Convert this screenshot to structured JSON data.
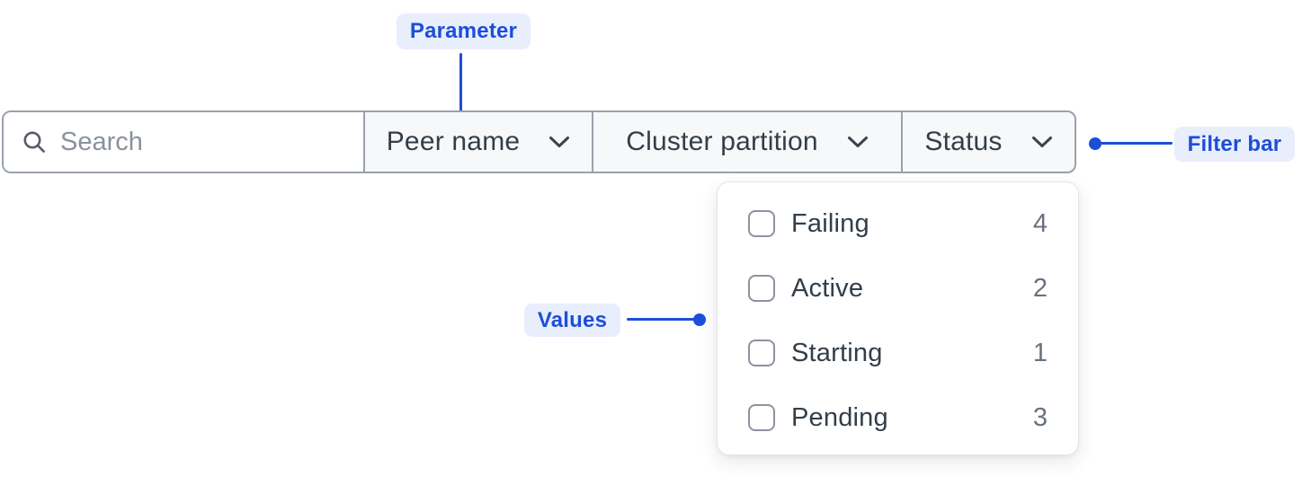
{
  "annotations": {
    "parameter": {
      "label": "Parameter"
    },
    "filter_bar": {
      "label": "Filter bar"
    },
    "values": {
      "label": "Values"
    }
  },
  "filter_bar": {
    "search": {
      "placeholder": "Search",
      "value": ""
    },
    "dropdowns": [
      {
        "label": "Peer name"
      },
      {
        "label": "Cluster partition"
      },
      {
        "label": "Status"
      }
    ]
  },
  "status_dropdown": {
    "items": [
      {
        "label": "Failing",
        "count": "4",
        "checked": false
      },
      {
        "label": "Active",
        "count": "2",
        "checked": false
      },
      {
        "label": "Starting",
        "count": "1",
        "checked": false
      },
      {
        "label": "Pending",
        "count": "3",
        "checked": false
      }
    ]
  },
  "colors": {
    "accent_blue": "#1d4ed8",
    "annotation_badge_bg": "#e8eefc",
    "bar_border": "#9aa1ab",
    "bar_section_bg": "#f7f8f9",
    "text_dark": "#333e49",
    "text_muted": "#68717f",
    "placeholder": "#8a929c",
    "checkbox_border": "#8b939f",
    "panel_border": "#e3e6ea"
  }
}
